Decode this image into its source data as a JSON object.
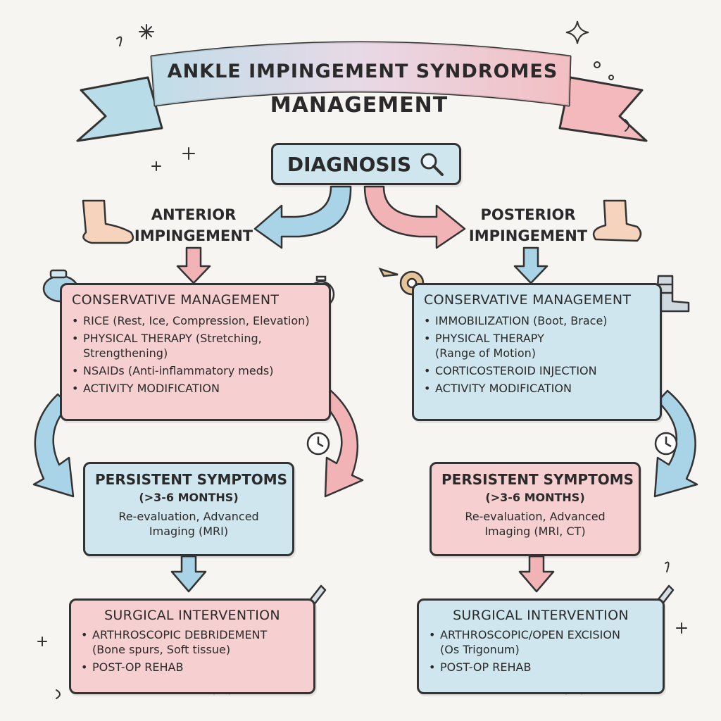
{
  "title": {
    "banner": "ANKLE IMPINGEMENT SYNDROMES",
    "subtitle": "MANAGEMENT"
  },
  "diagnosis": {
    "label": "DIAGNOSIS",
    "icon": "magnifier-icon"
  },
  "anterior": {
    "title_line1": "ANTERIOR",
    "title_line2": "IMPINGEMENT",
    "conservative": {
      "heading": "CONSERVATIVE MANAGEMENT",
      "items": [
        "RICE (Rest, Ice, Compression, Elevation)",
        "PHYSICAL THERAPY (Stretching,",
        "Strengthening)",
        "NSAIDs (Anti-inflammatory meds)",
        "ACTIVITY MODIFICATION"
      ]
    },
    "persistent": {
      "line1": "PERSISTENT SYMPTOMS",
      "line2": "(>3-6 MONTHS)",
      "line3": "Re-evaluation, Advanced",
      "line4": "Imaging (MRI)"
    },
    "surgical": {
      "heading": "SURGICAL INTERVENTION",
      "items": [
        "ARTHROSCOPIC DEBRIDEMENT",
        "(Bone spurs, Soft tissue)",
        "POST-OP REHAB"
      ]
    }
  },
  "posterior": {
    "title_line1": "POSTERIOR",
    "title_line2": "IMPINGEMENT",
    "conservative": {
      "heading": "CONSERVATIVE MANAGEMENT",
      "items": [
        "IMMOBILIZATION (Boot, Brace)",
        "PHYSICAL THERAPY",
        "(Range of Motion)",
        "CORTICOSTEROID INJECTION",
        "ACTIVITY MODIFICATION"
      ]
    },
    "persistent": {
      "line1": "PERSISTENT SYMPTOMS",
      "line2": "(>3-6 MONTHS)",
      "line3": "Re-evaluation, Advanced",
      "line4": "Imaging (MRI, CT)"
    },
    "surgical": {
      "heading": "SURGICAL INTERVENTION",
      "items": [
        "ARTHROSCOPIC/OPEN EXCISION",
        "(Os Trigonum)",
        "POST-OP REHAB"
      ]
    }
  },
  "colors": {
    "pink": "#f6cfd0",
    "blue": "#cfe6ee",
    "pink_arrow": "#f2b3b6",
    "blue_arrow": "#a9d3e6",
    "outline": "#333333"
  }
}
